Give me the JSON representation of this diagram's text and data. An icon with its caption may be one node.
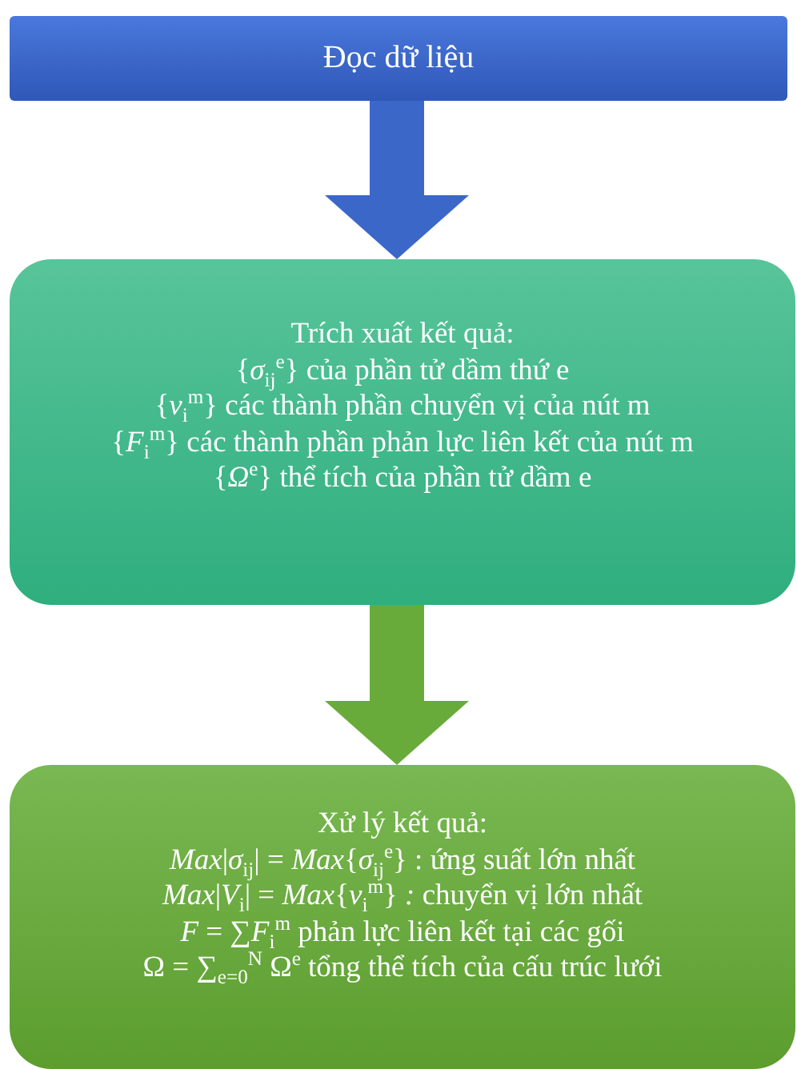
{
  "diagram": {
    "nodes": [
      {
        "text": [
          "Đọc dữ liệu"
        ]
      },
      {
        "text": [
          "Trích xuất kết quả:",
          "{*σ*$_{ij}$$^{e}$} của phần tử dầm thứ e",
          "{*v*$_{i}$$^{m}$} các thành phần chuyển vị của nút m",
          "{*F*$_{i}$$^{m}$} các thành phần phản lực liên kết của nút m",
          "{*Ω*$^{e}$} thể tích của phần tử dầm e"
        ]
      },
      {
        "text": [
          "Xử lý kết quả:",
          "*Max*|*σ*$_{ij}$| = *Max*{*σ*$_{ij}$$^{e}$} : ứng suất lớn nhất",
          "*Max*|*V*$_{i}$| = *Max*{*v*$_{i}$$^{m}$} *:* chuyển vị lớn nhất",
          "*F* = ∑*F*$_{i}$$^{m}$ phản lực liên kết tại các gối",
          "Ω = ∑$_{e=0}$$^{N}$ Ω$^{e}$ tổng thể tích của cấu trúc lưới"
        ]
      }
    ],
    "edges": [
      {
        "from": 0,
        "to": 1,
        "arrow": "to",
        "color": "#3b67c9"
      },
      {
        "from": 1,
        "to": 2,
        "arrow": "to",
        "color": "#69ab3a"
      }
    ]
  }
}
